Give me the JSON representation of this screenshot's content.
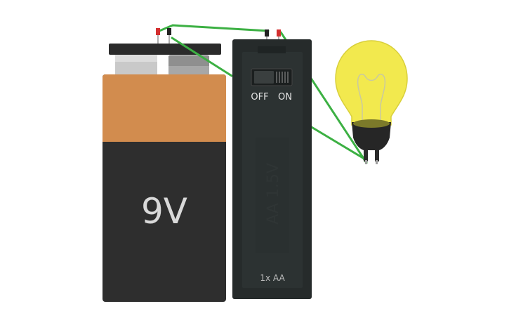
{
  "battery_9v": {
    "label": "9V"
  },
  "battery_holder": {
    "switch_off_label": "OFF",
    "switch_on_label": "ON",
    "switch_state": "OFF",
    "cell_label": "AA 1.5V",
    "count_label": "1x AA"
  },
  "colors": {
    "wire": "#3cb043",
    "battery_top": "#d28c4e",
    "battery_body": "#2e2e2e",
    "holder": "#262b2b",
    "bulb_glass": "#f2e94e",
    "lead_red": "#d32f2f",
    "lead_black": "#222222"
  }
}
